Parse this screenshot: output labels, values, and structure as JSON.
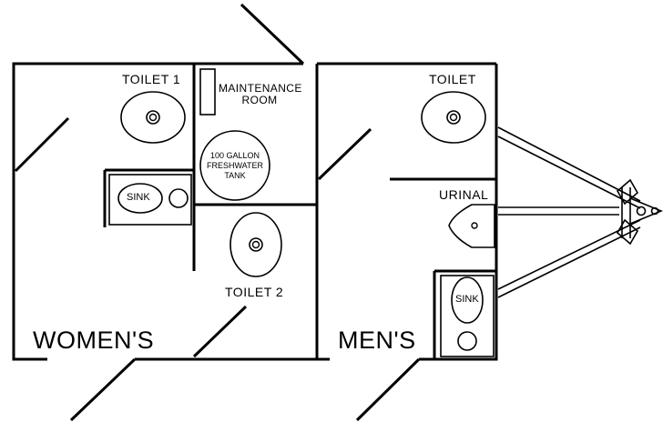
{
  "rooms": {
    "womens": "WOMEN'S",
    "mens": "MEN'S",
    "maintenance_line1": "MAINTENANCE",
    "maintenance_line2": "ROOM"
  },
  "fixtures": {
    "toilet1": "TOILET 1",
    "toilet2": "TOILET 2",
    "toilet_mens": "TOILET",
    "urinal": "URINAL",
    "sink_womens": "SINK",
    "sink_mens": "SINK",
    "tank_line1": "100 GALLON",
    "tank_line2": "FRESHWATER",
    "tank_line3": "TANK"
  }
}
